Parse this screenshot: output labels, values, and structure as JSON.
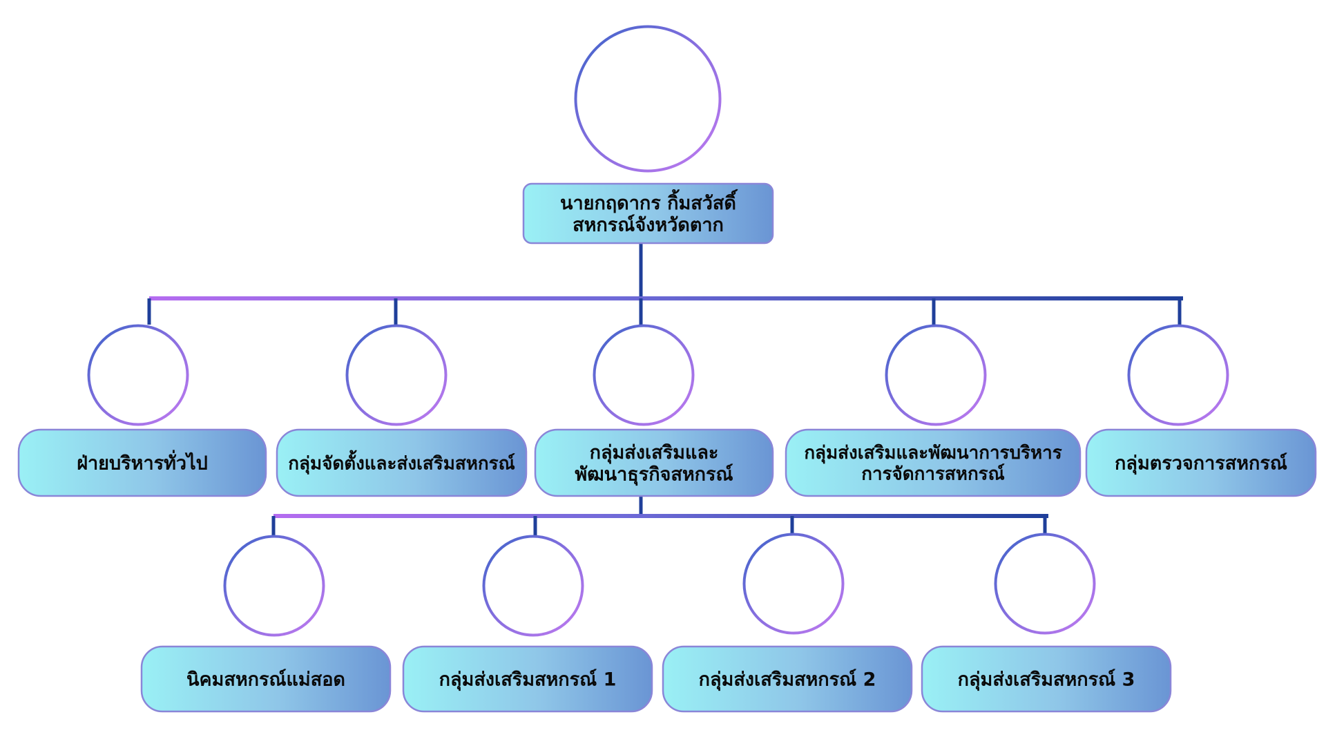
{
  "colors": {
    "line_blue": "#1f3f9a",
    "line_purple": "#b56cf0",
    "box_left": "#9af0f5",
    "box_right": "#6a95d4",
    "box_border": "#8a86d8",
    "ring_left": "#c079f0",
    "ring_right": "#3b63c9"
  },
  "head": {
    "photo_icon": "person-portrait-icon",
    "line1": "นายกฤดากร  กิ้มสวัสดิ์",
    "line2": "สหกรณ์จังหวัดตาก"
  },
  "divisions": [
    {
      "label": "ฝ่ายบริหารทั่วไป",
      "photo_icon": "person-portrait-icon"
    },
    {
      "label": "กลุ่มจัดตั้งและส่งเสริมสหกรณ์",
      "photo_icon": "person-portrait-icon"
    },
    {
      "label": "กลุ่มส่งเสริมและ",
      "label2": "พัฒนาธุรกิจสหกรณ์",
      "photo_icon": "person-portrait-icon"
    },
    {
      "label": "กลุ่มส่งเสริมและพัฒนาการบริหาร",
      "label2": "การจัดการสหกรณ์",
      "photo_icon": "person-portrait-icon"
    },
    {
      "label": "กลุ่มตรวจการสหกรณ์",
      "photo_icon": "person-portrait-icon"
    }
  ],
  "subunits": [
    {
      "label": "นิคมสหกรณ์แม่สอด",
      "photo_icon": "person-portrait-icon"
    },
    {
      "label": "กลุ่มส่งเสริมสหกรณ์   1",
      "photo_icon": "person-portrait-icon"
    },
    {
      "label": "กลุ่มส่งเสริมสหกรณ์  2",
      "photo_icon": "person-portrait-icon"
    },
    {
      "label": "กลุ่มส่งเสริมสหกรณ์  3",
      "photo_icon": "person-portrait-icon"
    }
  ]
}
